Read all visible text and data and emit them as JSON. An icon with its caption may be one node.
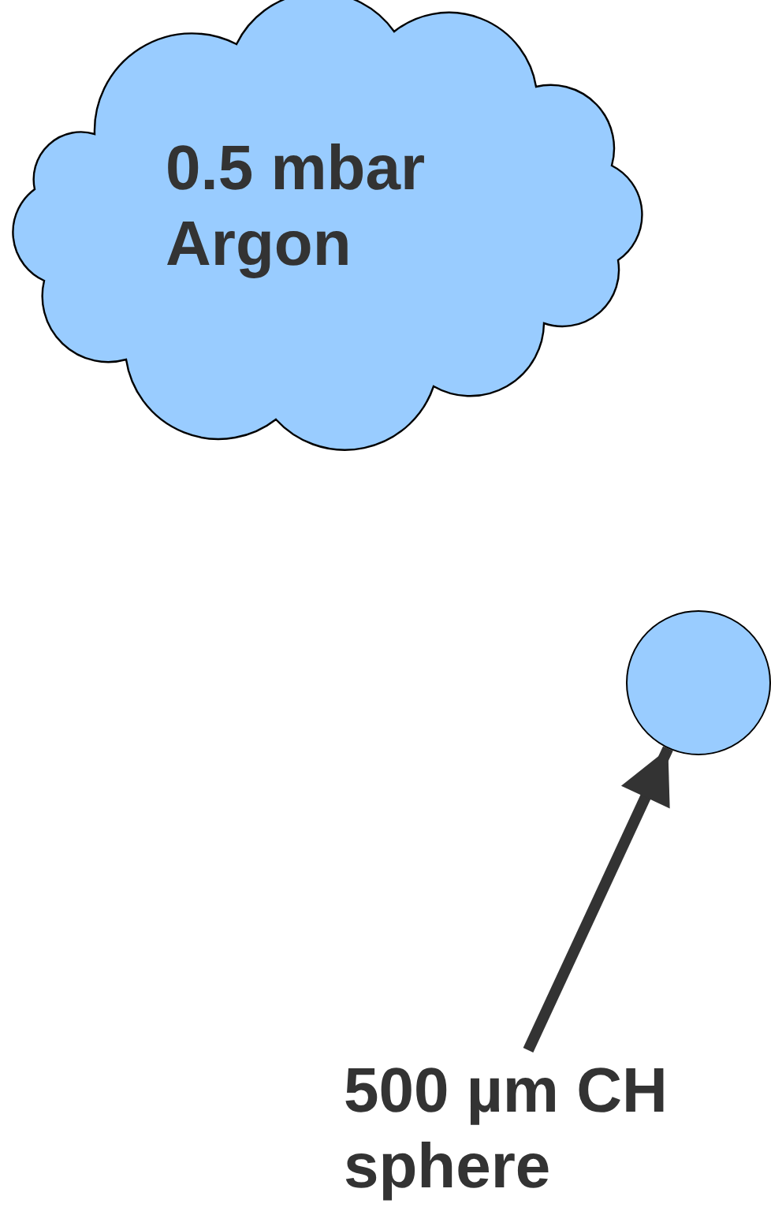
{
  "diagram": {
    "nodes": [
      {
        "text": [
          "0.5 mbar Argon"
        ]
      },
      {
        "text": [],
        "shape": "circle"
      },
      {
        "text": [
          "500 µm CH sphere"
        ]
      }
    ],
    "edges": [
      {
        "from": 2,
        "to": 1,
        "arrow": "to"
      }
    ]
  }
}
